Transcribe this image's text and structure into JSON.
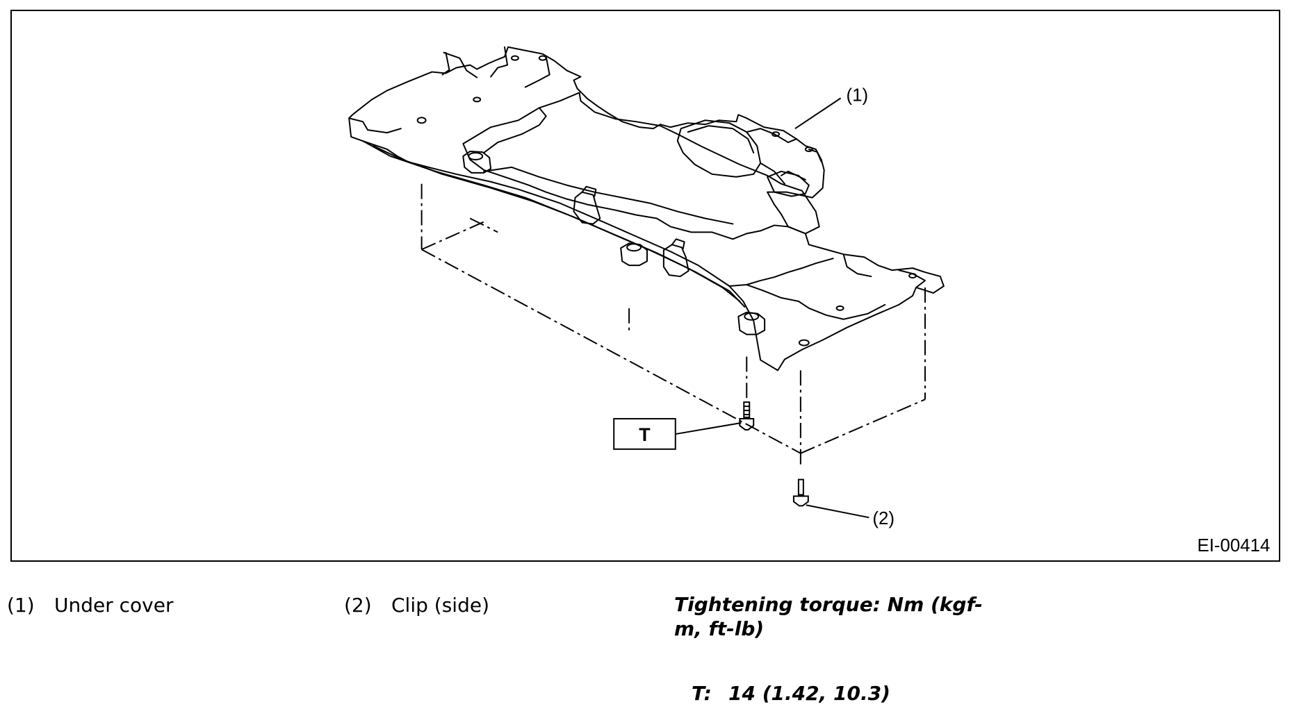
{
  "figure": {
    "code": "EI-00414",
    "callouts": [
      {
        "number": "(1)"
      },
      {
        "number": "(2)"
      }
    ],
    "torque_marker": "T"
  },
  "legend": [
    {
      "number": "(1)",
      "text": "Under cover"
    },
    {
      "number": "(2)",
      "text": "Clip (side)"
    }
  ],
  "torque": {
    "heading": "Tightening torque: Nm (kgf-m, ft-lb)",
    "label": "T:",
    "value": "14 (1.42, 10.3)"
  }
}
